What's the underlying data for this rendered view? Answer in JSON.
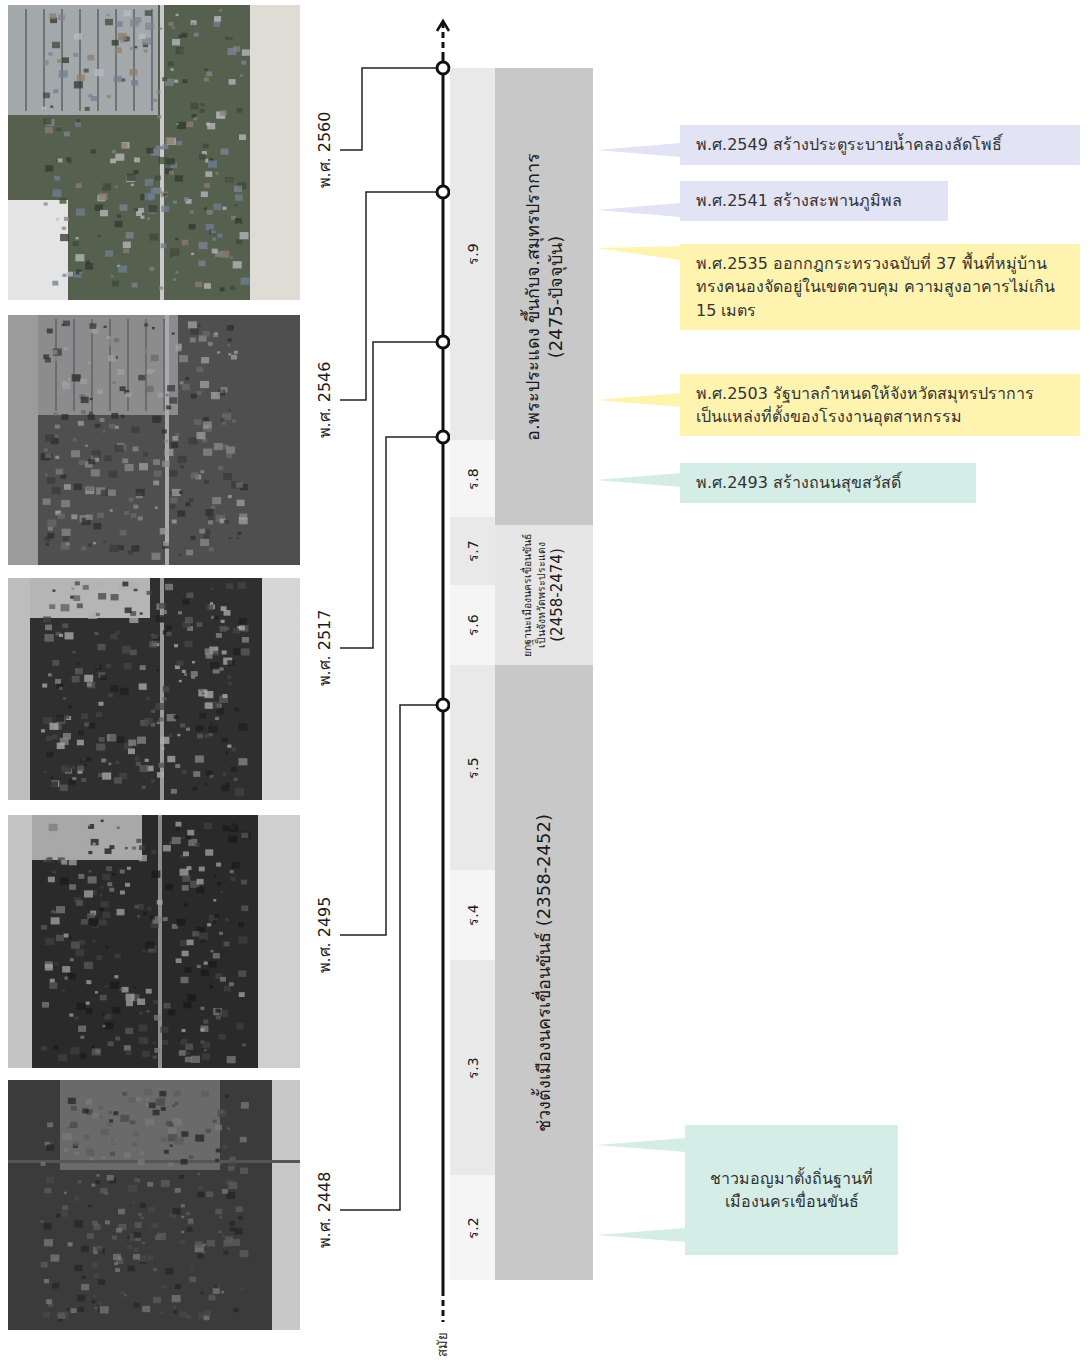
{
  "diagram": {
    "nodes": [
      {
        "text": [
          "อ.พระประแดง ขึ้นกับจ.สมุทรปราการ",
          "(2475-ปัจจุบัน)"
        ]
      },
      {
        "text": [
          "ยกฐานะเมืองนครเขื่อนขันธ์ เป็นจังหวัดพระประแดง",
          "(2458-2474)"
        ]
      },
      {
        "text": [
          "ช่วงตั้งเมืองนครเขื่อนขันธ์ (2358-2452)"
        ]
      },
      {
        "text": [
          "ร.9"
        ]
      },
      {
        "text": [
          "ร.8"
        ]
      },
      {
        "text": [
          "ร.7"
        ]
      },
      {
        "text": [
          "ร.6"
        ]
      },
      {
        "text": [
          "ร.5"
        ]
      },
      {
        "text": [
          "ร.4"
        ]
      },
      {
        "text": [
          "ร.3"
        ]
      },
      {
        "text": [
          "ร.2"
        ]
      },
      {
        "text": [
          "พ.ศ.2549 สร้างประตูระบายน้ำคลองลัดโพธิ์"
        ]
      },
      {
        "text": [
          "พ.ศ.2541 สร้างสะพานภูมิพล"
        ]
      },
      {
        "text": [
          "พ.ศ.2535 ออกกฎกระทรวงฉบับที่ 37 พื้นที่หมู่บ้านทรงคนองจัดอยู่ในเขตควบคุม ความสูงอาคารไม่เกิน 15 เมตร"
        ]
      },
      {
        "text": [
          "พ.ศ.2503 รัฐบาลกำหนดให้จังหวัดสมุทรปราการ เป็นแหล่งที่ตั้งของโรงงานอุตสาหกรรม"
        ]
      },
      {
        "text": [
          "พ.ศ.2493 สร้างถนนสุขสวัสดิ์"
        ]
      },
      {
        "text": [
          "ชาวมอญมาตั้งถิ่นฐานที่ เมืองนครเขื่อนขันธ์"
        ]
      }
    ],
    "labels": [
      "พ.ศ. 2560",
      "พ.ศ. 2546",
      "พ.ศ. 2517",
      "พ.ศ. 2495",
      "พ.ศ. 2448",
      "สมัย"
    ]
  }
}
